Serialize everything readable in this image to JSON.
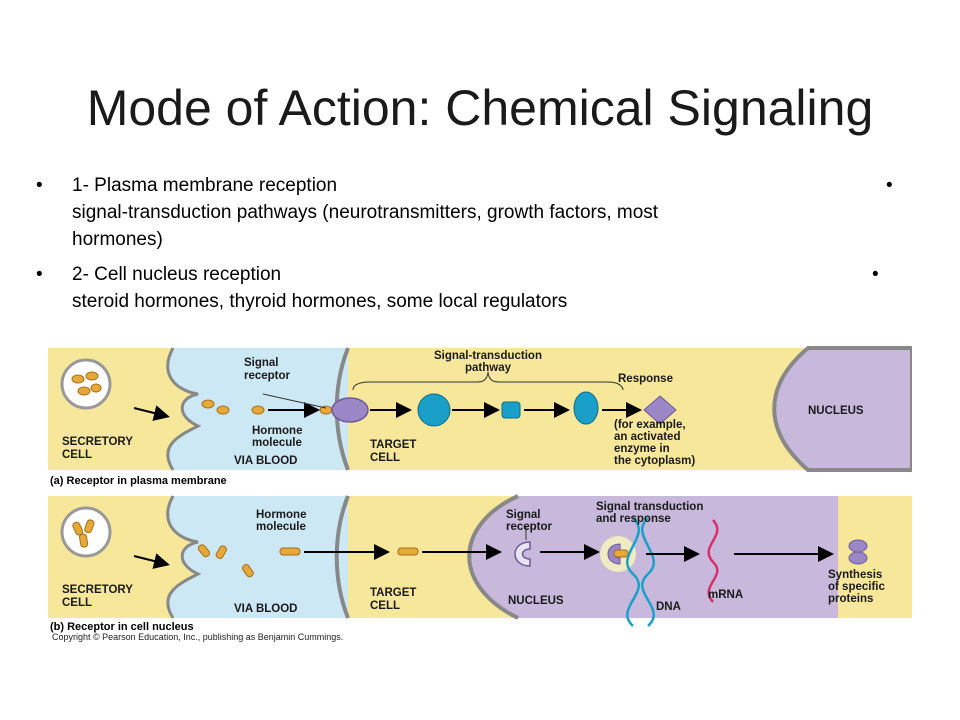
{
  "title": "Mode of Action: Chemical Signaling",
  "bullets": [
    {
      "line1": "1- Plasma membrane reception",
      "line2": "signal-transduction pathways (neurotransmitters, growth factors, most",
      "line3": "hormones)"
    },
    {
      "line1": "2- Cell nucleus reception",
      "line2": "steroid hormones, thyroid hormones, some local regulators",
      "line3": ""
    }
  ],
  "bullet_glyph": "•",
  "panel_a": {
    "signal_receptor": [
      "Signal",
      "receptor"
    ],
    "pathway": [
      "Signal-transduction",
      "pathway"
    ],
    "response": "Response",
    "nucleus": "NUCLEUS",
    "secretory_cell": [
      "SECRETORY",
      "CELL"
    ],
    "hormone_molecule": [
      "Hormone",
      "molecule"
    ],
    "via_blood": "VIA BLOOD",
    "target_cell": [
      "TARGET",
      "CELL"
    ],
    "example": [
      "(for example,",
      "an activated",
      "enzyme in",
      "the cytoplasm)"
    ],
    "caption": "(a) Receptor in plasma membrane"
  },
  "panel_b": {
    "hormone_molecule": [
      "Hormone",
      "molecule"
    ],
    "signal_receptor": [
      "Signal",
      "receptor"
    ],
    "transduction": [
      "Signal transduction",
      "and response"
    ],
    "secretory_cell": [
      "SECRETORY",
      "CELL"
    ],
    "via_blood": "VIA BLOOD",
    "target_cell": [
      "TARGET",
      "CELL"
    ],
    "nucleus": "NUCLEUS",
    "mrna": "mRNA",
    "dna": "DNA",
    "synthesis": [
      "Synthesis",
      "of specific",
      "proteins"
    ],
    "caption": "(b) Receptor in cell nucleus"
  },
  "copyright": "Copyright © Pearson Education, Inc., publishing as Benjamin Cummings.",
  "colors": {
    "cell": "#f7e79a",
    "blood": "#cde8f5",
    "nucleus": "#c7b8dc",
    "hormone": "#e8a838",
    "receptor": "#9b86c6",
    "protein": "#1aa0c8"
  }
}
